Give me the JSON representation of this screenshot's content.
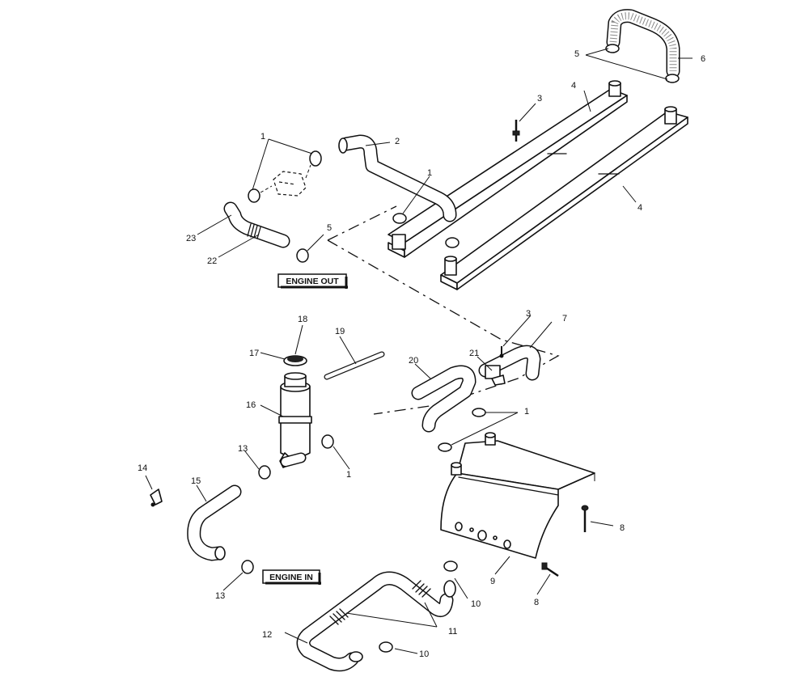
{
  "labels": {
    "engine_out": "ENGINE OUT",
    "engine_in": "ENGINE IN"
  },
  "callouts": {
    "c1a": "1",
    "c1b": "1",
    "c1c": "1",
    "c1d": "1",
    "c2": "2",
    "c3a": "3",
    "c3b": "3",
    "c4a": "4",
    "c4b": "4",
    "c5a": "5",
    "c5b": "5",
    "c6": "6",
    "c7": "7",
    "c8a": "8",
    "c8b": "8",
    "c9": "9",
    "c10a": "10",
    "c10b": "10",
    "c11": "11",
    "c12": "12",
    "c13a": "13",
    "c13b": "13",
    "c14": "14",
    "c15": "15",
    "c16": "16",
    "c17": "17",
    "c18": "18",
    "c19": "19",
    "c20": "20",
    "c21": "21",
    "c22": "22",
    "c23": "23"
  }
}
